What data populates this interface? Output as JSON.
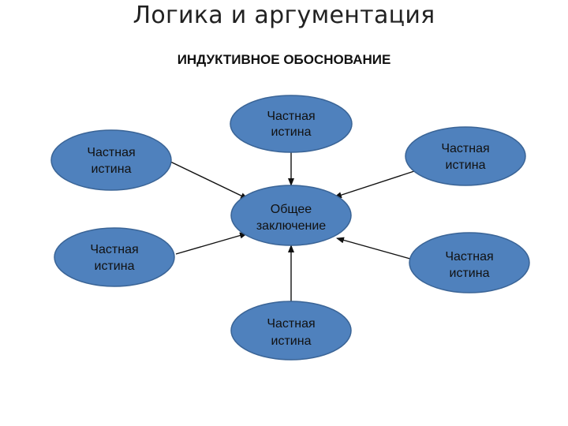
{
  "title": "Логика и аргументация",
  "subtitle": "ИНДУКТИВНОЕ ОБОСНОВАНИЕ",
  "colors": {
    "node_fill": "#4f81bd",
    "node_stroke": "#3a6496",
    "arrow": "#111111"
  },
  "nodes": {
    "center": {
      "line1": "Общее",
      "line2": "заключение"
    },
    "top": {
      "line1": "Частная",
      "line2": "истина"
    },
    "upper_left": {
      "line1": "Частная",
      "line2": "истина"
    },
    "upper_right": {
      "line1": "Частная",
      "line2": "истина"
    },
    "lower_left": {
      "line1": "Частная",
      "line2": "истина"
    },
    "lower_right": {
      "line1": "Частная",
      "line2": "истина"
    },
    "bottom": {
      "line1": "Частная",
      "line2": "истина"
    }
  }
}
